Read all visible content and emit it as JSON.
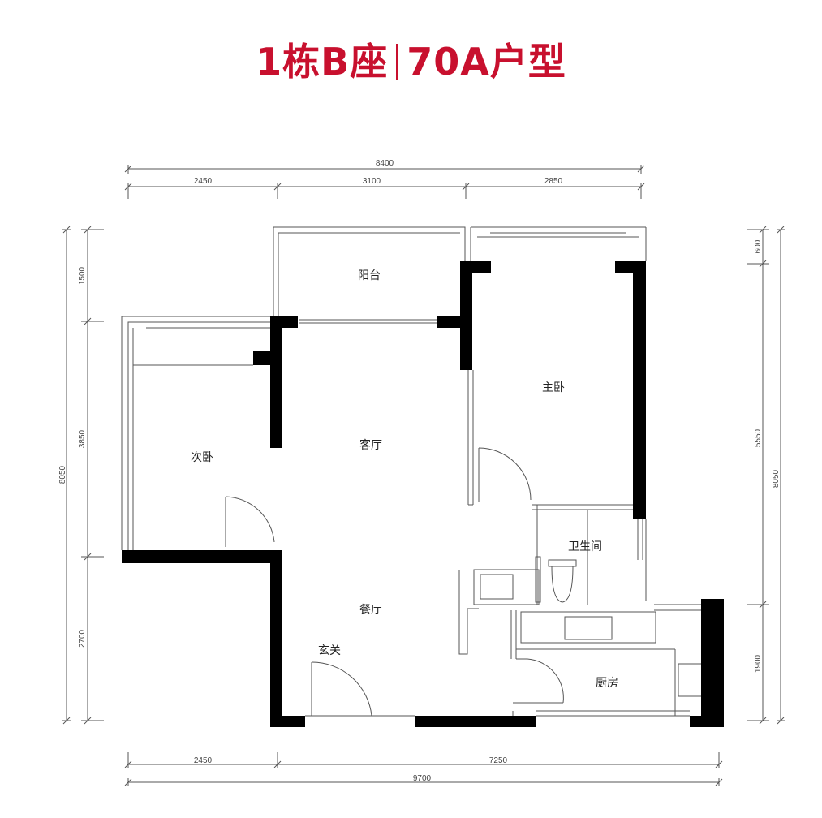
{
  "title": {
    "part1": "1栋B座",
    "part2": "70A户型",
    "color": "#c8102e"
  },
  "dimensions": {
    "top_total": "8400",
    "top_segments": [
      "2450",
      "3100",
      "2850"
    ],
    "bottom_segments": [
      "2450",
      "7250"
    ],
    "bottom_total": "9700",
    "left_segments": [
      "1500",
      "3850",
      "2700"
    ],
    "left_total": "8050",
    "right_segments": [
      "600",
      "5550",
      "1900"
    ],
    "right_total": "8050"
  },
  "rooms": {
    "balcony": "阳台",
    "master_bedroom": "主卧",
    "second_bedroom": "次卧",
    "living_room": "客厅",
    "bathroom": "卫生间",
    "dining_room": "餐厅",
    "entrance": "玄关",
    "kitchen": "厨房"
  }
}
